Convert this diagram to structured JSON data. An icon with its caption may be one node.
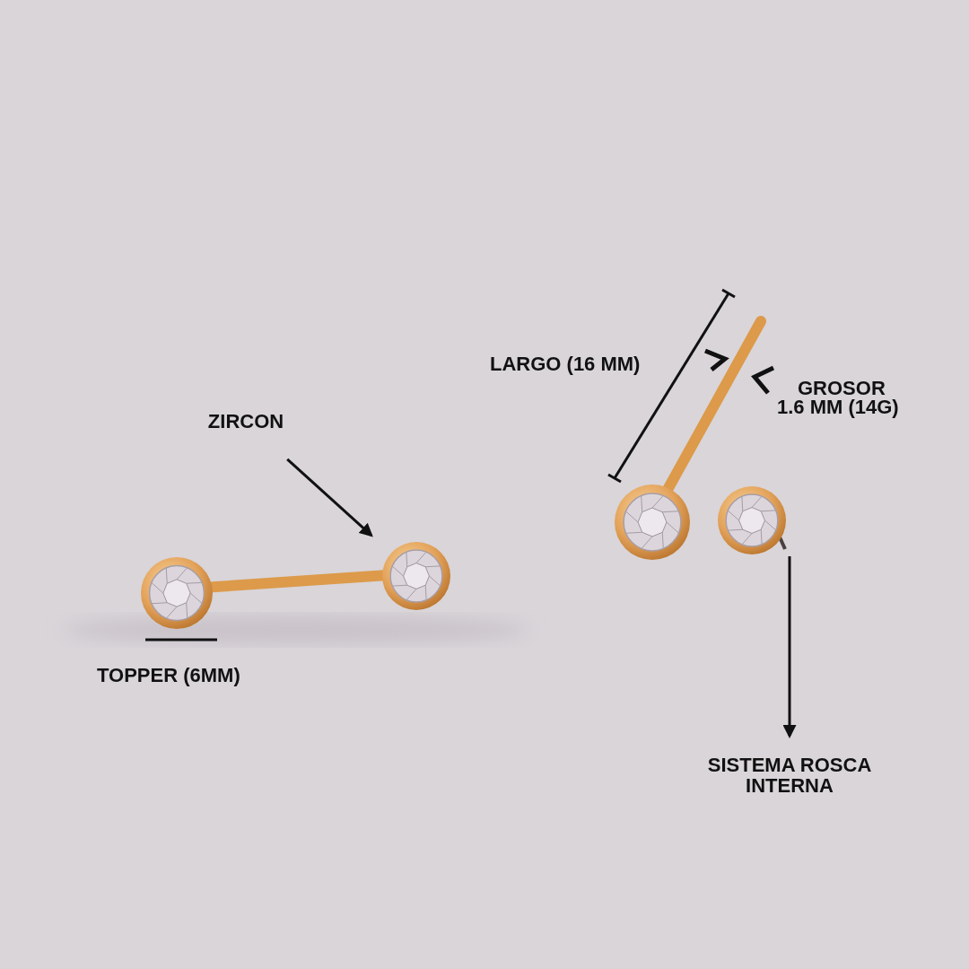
{
  "diagram": {
    "nodes": [
      {
        "text": [
          "ZIRCON"
        ]
      },
      {
        "text": [],
        "shape": "picture"
      },
      {
        "text": [],
        "shape": "picture"
      },
      {
        "text": [],
        "shape": "picture"
      },
      {
        "text": [
          "SISTEMA ROSCA INTERNA"
        ]
      }
    ],
    "edges": [
      {
        "from": 0,
        "to": 1,
        "arrow": "to"
      },
      {
        "from": 3,
        "to": 4,
        "arrow": "to"
      }
    ],
    "labels": [
      "TOPPER (6MM)",
      "LARGO (16 MM)",
      "GROSOR",
      "1.6 MM (14G)"
    ]
  }
}
